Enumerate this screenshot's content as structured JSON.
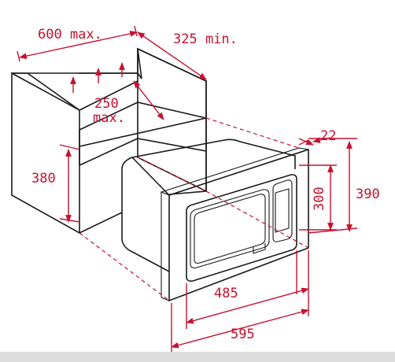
{
  "diagram": {
    "colors": {
      "dimension": "#c8102e",
      "outline": "#1a1a1a",
      "footer_bar": "#dcdcdc"
    },
    "labels": {
      "width_max": "600 max.",
      "depth_min": "325 min.",
      "vent_value": "250",
      "vent_suffix": "max.",
      "niche_height": "380",
      "frame_depth": "22",
      "inner_height": "300",
      "outer_height": "390",
      "inner_width": "485",
      "outer_width": "595"
    },
    "icons": {
      "vent_arrows": "arrow-up-icon"
    }
  }
}
